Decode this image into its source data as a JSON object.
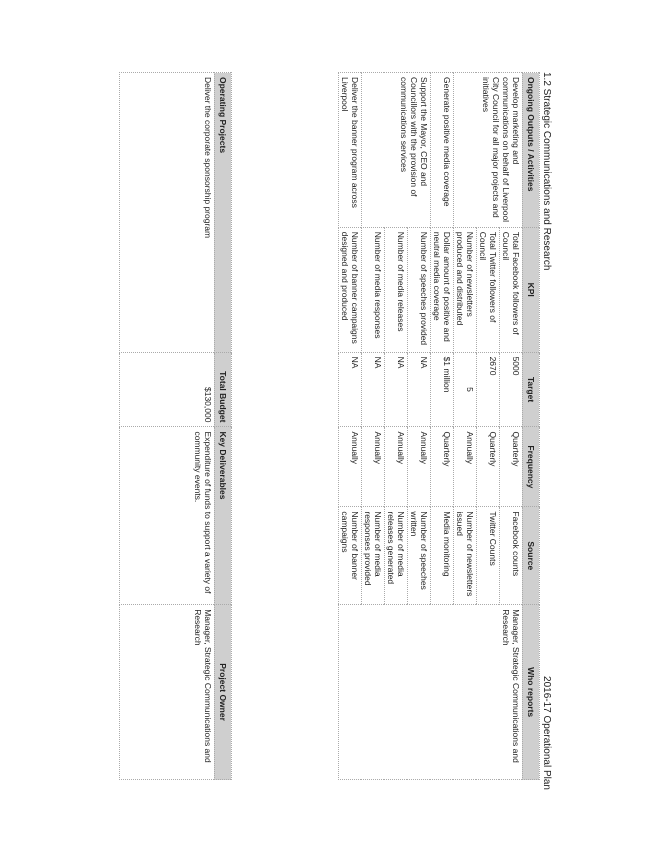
{
  "doc": {
    "title": "1.2 Strategic Communications and Research",
    "plan": "2016-17 Operational Plan"
  },
  "ongoing": {
    "headers": [
      "Ongoing Outputs / Activities",
      "KPI",
      "Target",
      "Frequency",
      "Source",
      "Who reports"
    ],
    "g1": {
      "activity": "Develop marketing and communications on behalf of Liverpool City Council for all major projects and initiatives",
      "who": "Manager, Strategic Communications and Research",
      "r1": {
        "kpi": "Total Facebook followers of Council",
        "target": "5000",
        "freq": "Quarterly",
        "source": "Facebook counts"
      },
      "r2": {
        "kpi": "Total Twitter followers of Council",
        "target": "2670",
        "freq": "Quarterly",
        "source": "Twitter Counts"
      },
      "r3": {
        "kpi": "Number of newsletters produced and distributed",
        "target": "5",
        "freq": "Annually",
        "source": "Number of newsletters issued"
      }
    },
    "g2": {
      "activity": "Generate positive media coverage",
      "r1": {
        "kpi": "Dollar amount of positive and neutral media coverage",
        "target": "$1 million",
        "freq": "Quarterly",
        "source": "Media monitoring"
      }
    },
    "g3": {
      "activity": "Support the Mayor, CEO and Councillors with the provision of communications services",
      "r1": {
        "kpi": "Number of speeches provided",
        "target": "NA",
        "freq": "Annually",
        "source": "Number of speeches written"
      },
      "r2": {
        "kpi": "Number of media releases",
        "target": "NA",
        "freq": "Annually",
        "source": "Number of media releases generated"
      },
      "r3": {
        "kpi": "Number of media responses",
        "target": "NA",
        "freq": "Annually",
        "source": "Number of media responses provided"
      }
    },
    "g4": {
      "activity": "Deliver the banner program across Liverpool",
      "r1": {
        "kpi": "Number of banner campaigns designed and produced",
        "target": "NA",
        "freq": "Annually",
        "source": "Number of banner campaigns"
      }
    }
  },
  "projects": {
    "headers": [
      "Operating Projects",
      "Total Budget",
      "Key Deliverables",
      "Project Owner"
    ],
    "row": {
      "project": "Deliver the corporate sponsorship program",
      "budget": "$130,000",
      "deliverable": "Expenditure of funds to support a variety of community events.",
      "owner": "Manager, Strategic Communications and Research"
    }
  }
}
